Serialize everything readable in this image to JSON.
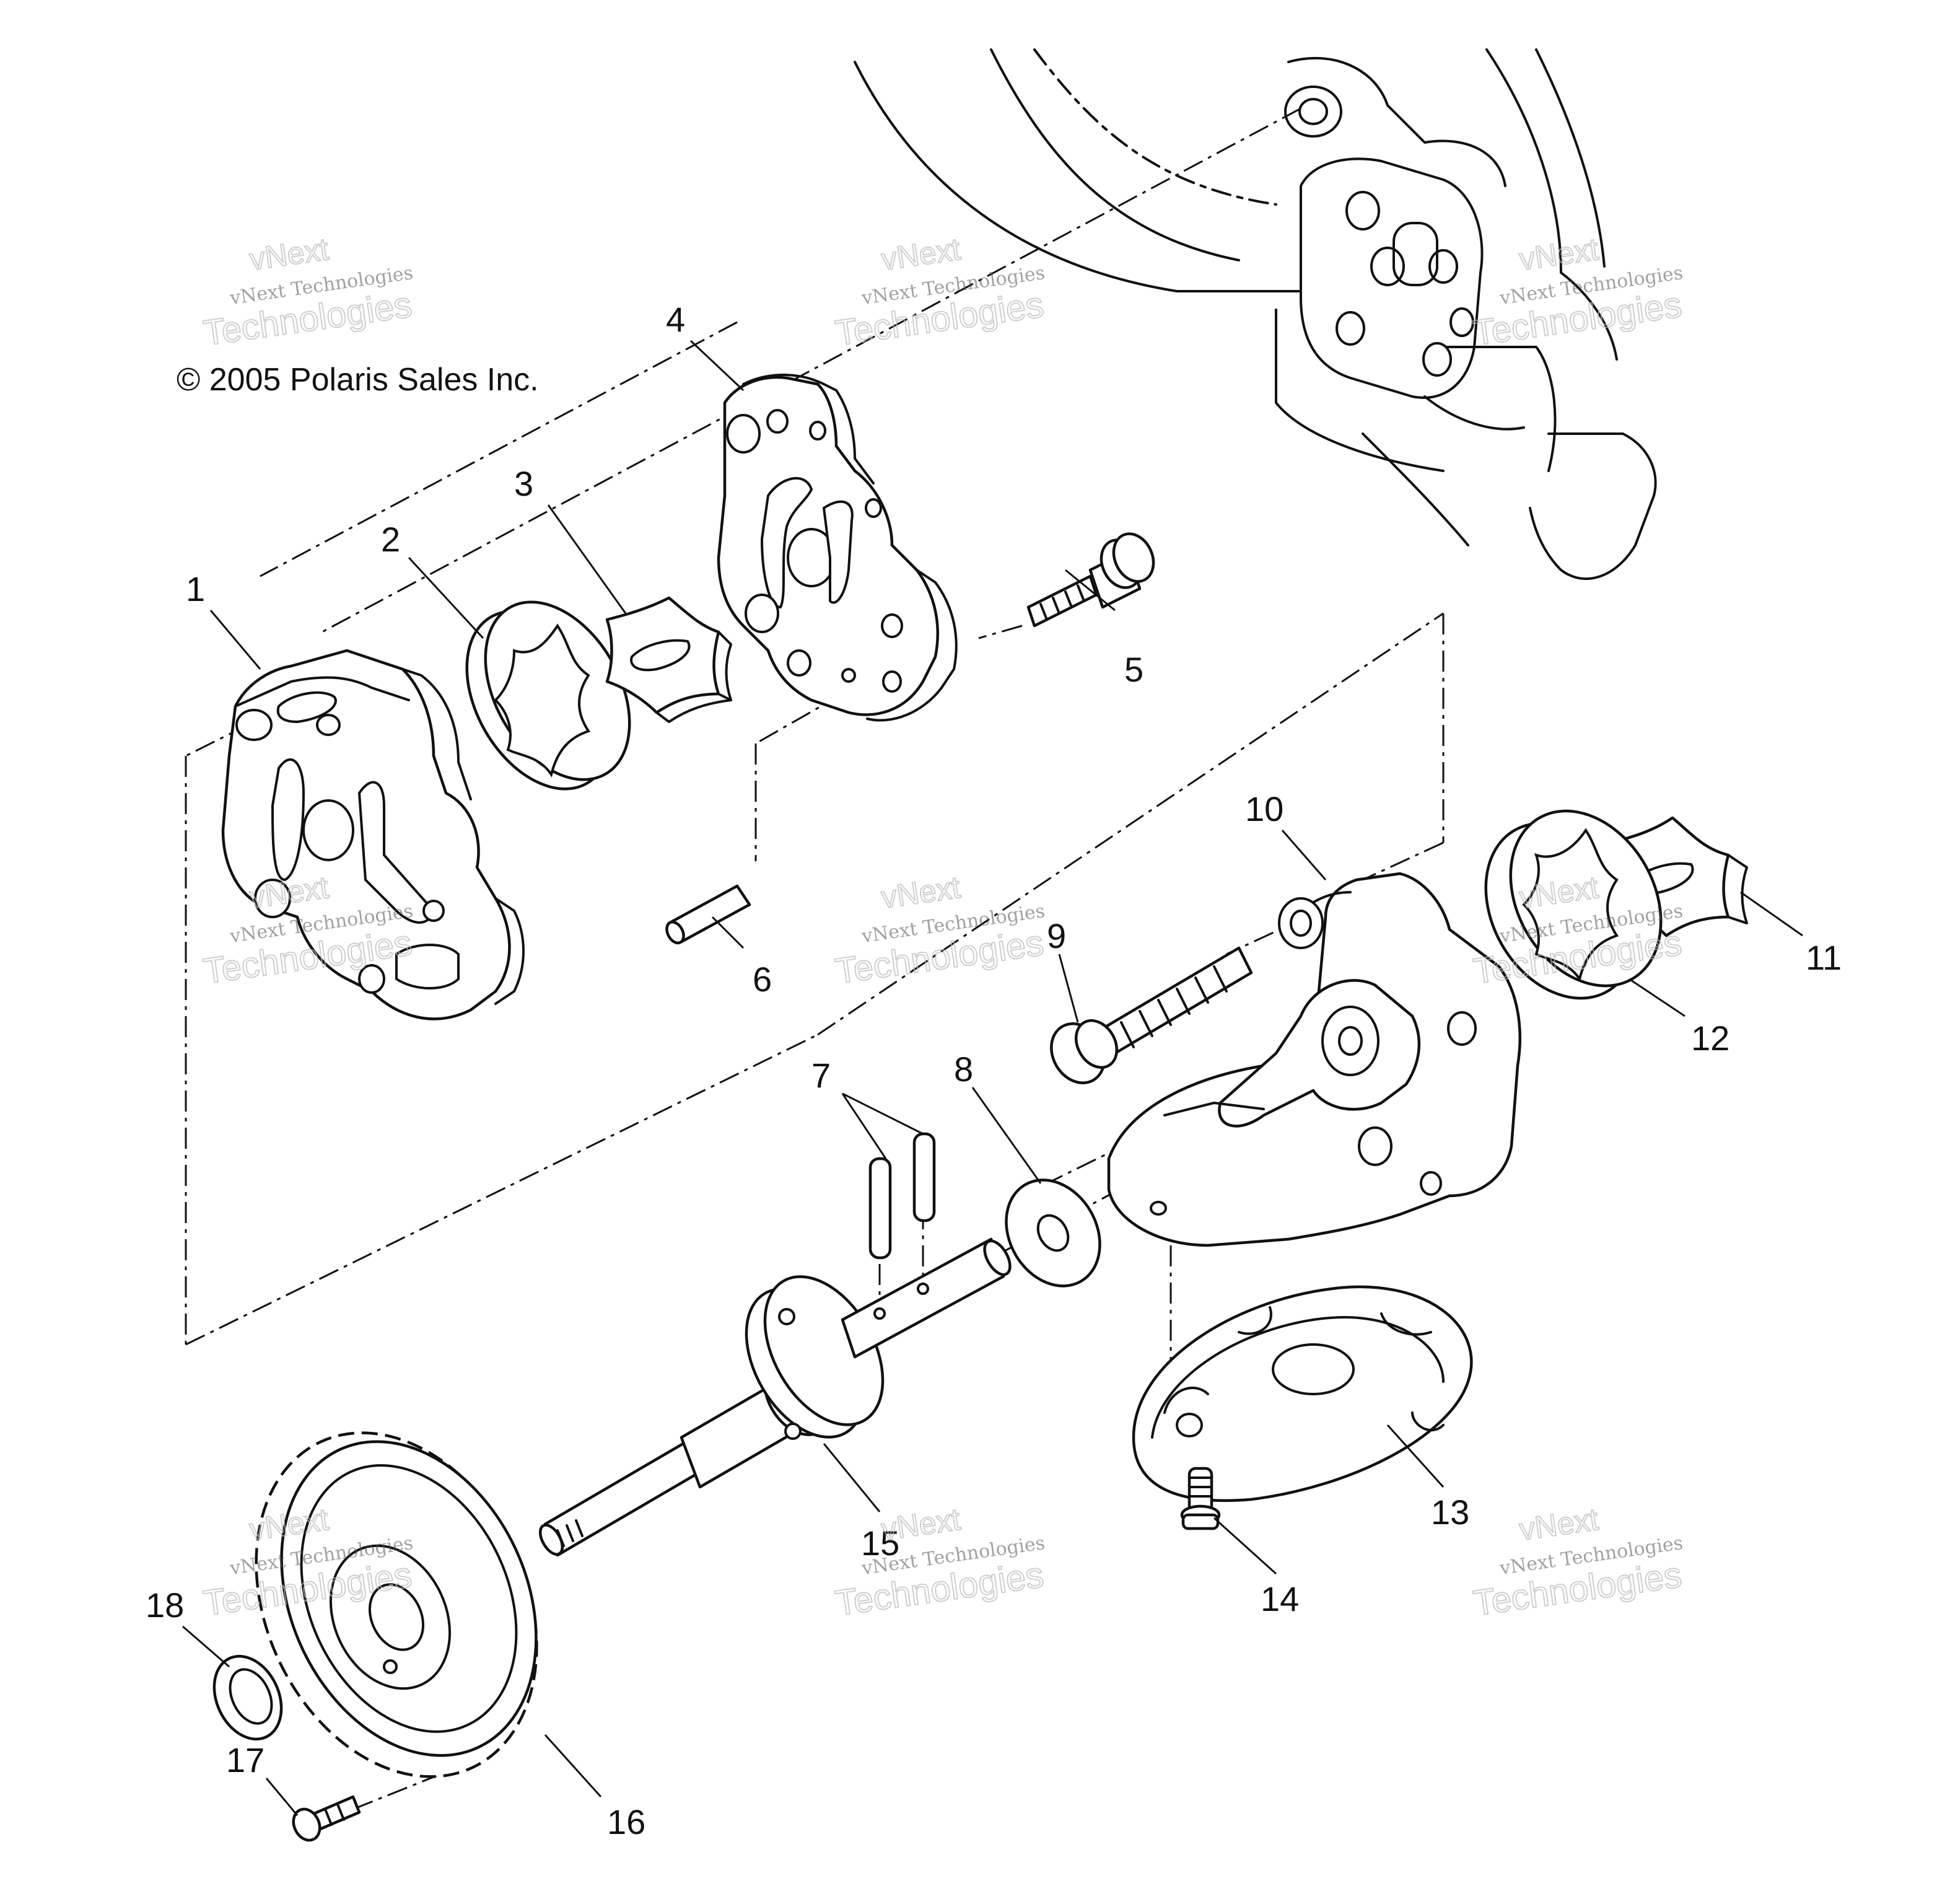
{
  "diagram": {
    "copyright": "© 2005 Polaris Sales Inc.",
    "callouts": [
      "1",
      "2",
      "3",
      "4",
      "5",
      "6",
      "7",
      "8",
      "9",
      "10",
      "11",
      "12",
      "13",
      "14",
      "15",
      "16",
      "17",
      "18"
    ],
    "watermark": {
      "line1": "vNext Technologies",
      "line2": "Technologies",
      "line3": "vNext"
    }
  }
}
